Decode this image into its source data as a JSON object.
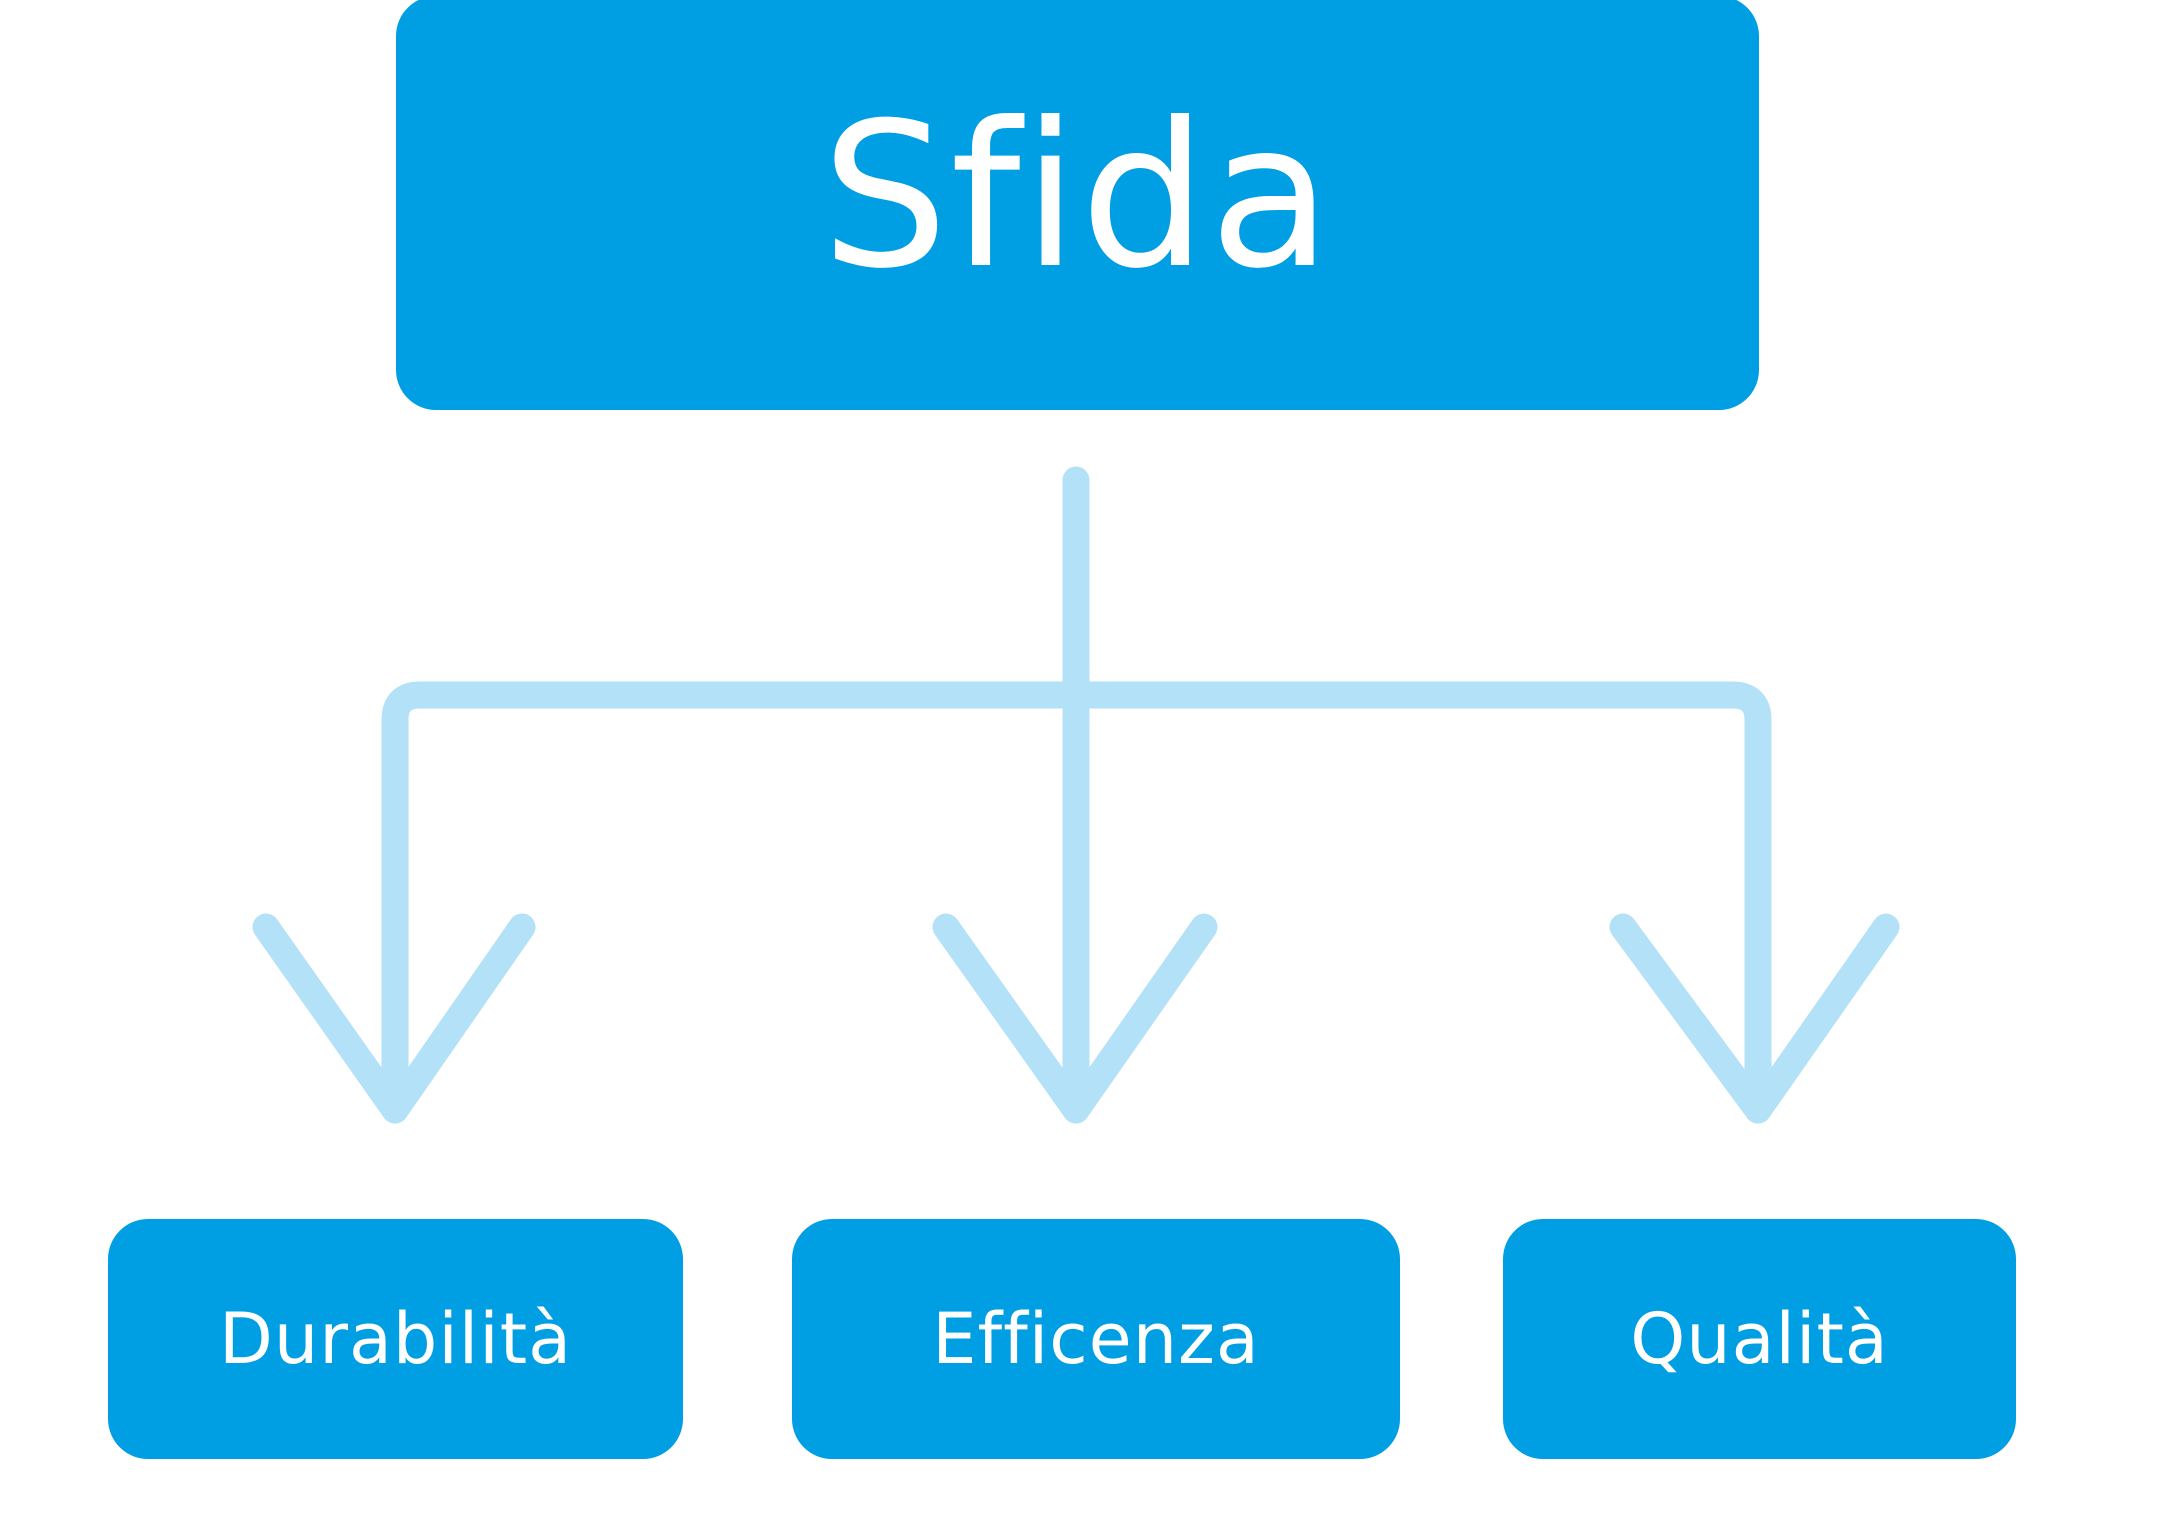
{
  "root": {
    "label": "Sfida"
  },
  "children": [
    {
      "label": "Durabilità"
    },
    {
      "label": "Efficenza"
    },
    {
      "label": "Qualità"
    }
  ],
  "colors": {
    "box_fill": "#009FE3",
    "box_text": "#FFFFFF",
    "connector": "#B3E1F7",
    "background": "#FFFFFF"
  }
}
